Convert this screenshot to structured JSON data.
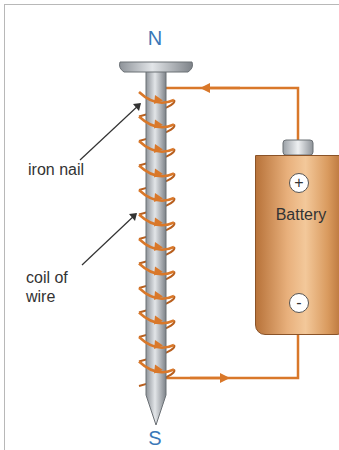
{
  "diagram": {
    "nodes": [
      {
        "text": [
          "Battery"
        ]
      },
      {
        "text": [
          "+"
        ],
        "in": 0
      },
      {
        "text": [
          "-"
        ],
        "in": 0
      }
    ],
    "labels": [
      "N",
      "S",
      "iron nail",
      "coil of wire"
    ]
  }
}
